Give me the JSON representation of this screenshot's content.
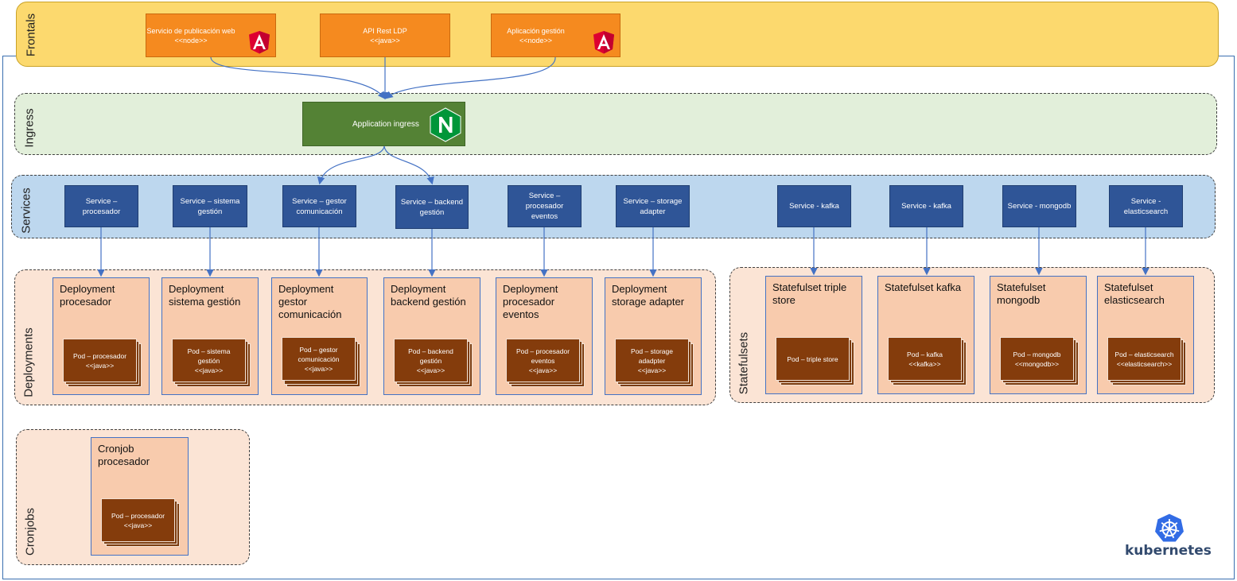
{
  "bands": {
    "frontals": "Frontals",
    "ingress": "Ingress",
    "services": "Services",
    "deployments": "Deployments",
    "statefulsets": "Statefulsets",
    "cronjobs": "Cronjobs"
  },
  "frontals": [
    {
      "name": "Servicio de publicación web",
      "stereotype": "<<node>>",
      "icon": "angular-icon"
    },
    {
      "name": "API Rest LDP",
      "stereotype": "<<java>>",
      "icon": ""
    },
    {
      "name": "Aplicación gestión",
      "stereotype": "<<node>>",
      "icon": "angular-icon"
    }
  ],
  "ingress": {
    "label": "Application ingress",
    "icon": "nginx-icon"
  },
  "services": [
    {
      "line1": "Service –",
      "line2": "procesador"
    },
    {
      "line1": "Service – sistema",
      "line2": "gestión"
    },
    {
      "line1": "Service – gestor",
      "line2": "comunicación"
    },
    {
      "line1": "Service – backend",
      "line2": "gestión"
    },
    {
      "line1": "Service –",
      "line2": "procesador eventos"
    },
    {
      "line1": "Service – storage",
      "line2": "adapter"
    },
    {
      "line1": "Service - kafka",
      "line2": ""
    },
    {
      "line1": "Service - kafka",
      "line2": ""
    },
    {
      "line1": "Service - mongodb",
      "line2": ""
    },
    {
      "line1": "Service -",
      "line2": "elasticsearch"
    }
  ],
  "deployments": [
    {
      "title": "Deployment procesador",
      "pod": [
        "Pod – procesador",
        "<<java>>",
        ""
      ]
    },
    {
      "title": "Deployment sistema gestión",
      "pod": [
        "Pod – sistema",
        "gestión",
        "<<java>>"
      ]
    },
    {
      "title": "Deployment gestor comunicación",
      "pod": [
        "Pod – gestor",
        "comunicación",
        "<<java>>"
      ]
    },
    {
      "title": "Deployment backend gestión",
      "pod": [
        "Pod – backend",
        "gestión",
        "<<java>>"
      ]
    },
    {
      "title": "Deployment procesador eventos",
      "pod": [
        "Pod – procesador",
        "eventos",
        "<<java>>"
      ]
    },
    {
      "title": "Deployment storage adapter",
      "pod": [
        "Pod – storage",
        "adadpter",
        "<<java>>"
      ]
    }
  ],
  "statefulsets": [
    {
      "title": "Statefulset triple store",
      "pod": [
        "Pod – triple store",
        "",
        ""
      ]
    },
    {
      "title": "Statefulset kafka",
      "pod": [
        "Pod – kafka",
        "<<kafka>>",
        ""
      ]
    },
    {
      "title": "Statefulset mongodb",
      "pod": [
        "Pod – mongodb",
        "<<mongodb>>",
        ""
      ]
    },
    {
      "title": "Statefulset elasticsearch",
      "pod": [
        "Pod – elasticsearch",
        "<<elasticsearch>>",
        ""
      ]
    }
  ],
  "cronjobs": [
    {
      "title": "Cronjob procesador",
      "pod": [
        "Pod – procesador",
        "<<java>>",
        ""
      ]
    }
  ],
  "platform": {
    "name": "kubernetes",
    "icon": "kubernetes-icon"
  },
  "colors": {
    "frontal": "#f58a1f",
    "ingress_box": "#548235",
    "service": "#2f5597",
    "pod": "#843c0c",
    "deployment": "#f8cbad",
    "arrow": "#4472c4"
  }
}
